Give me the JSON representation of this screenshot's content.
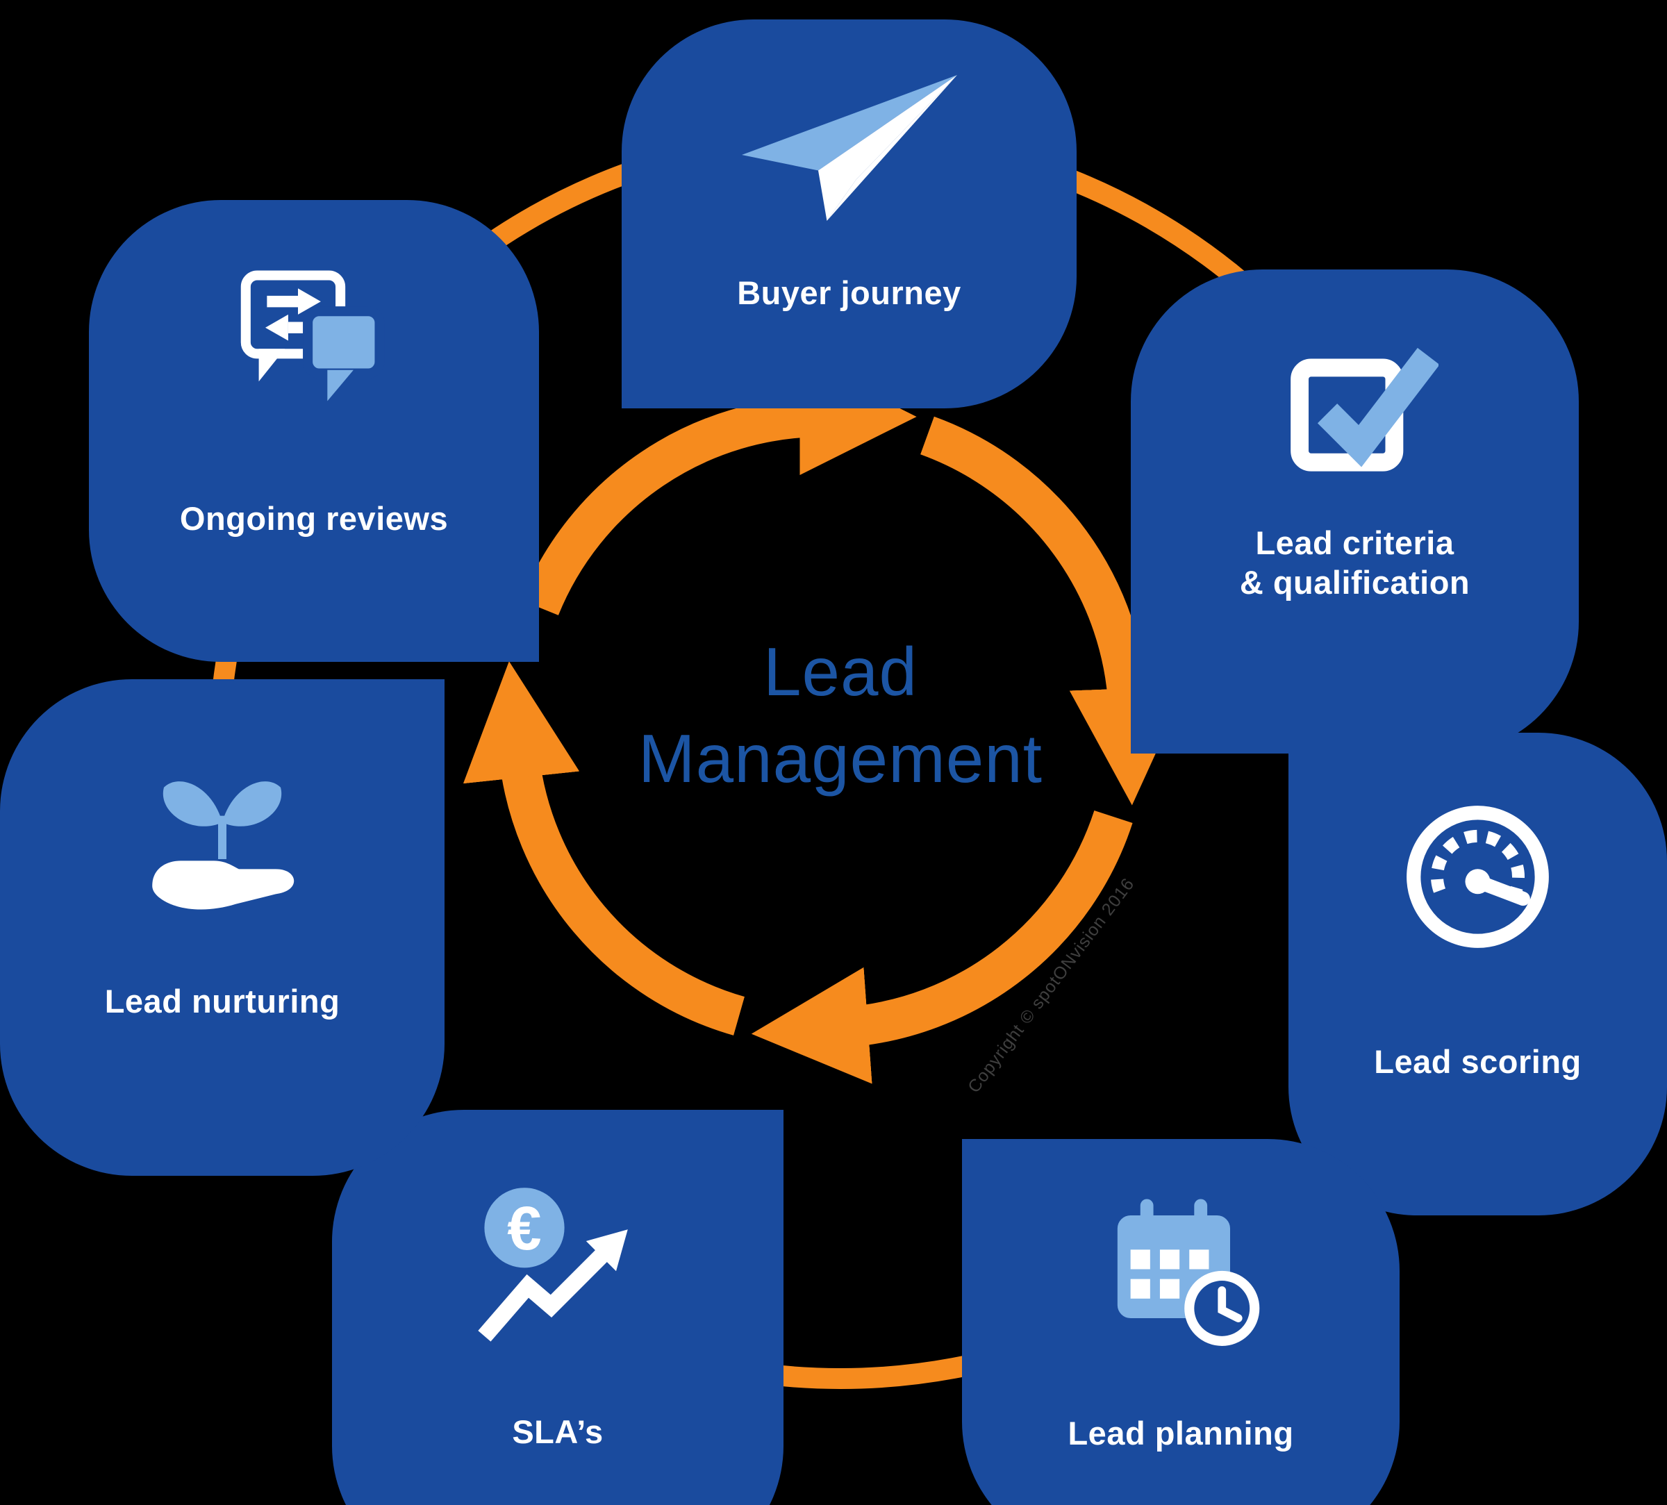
{
  "center": {
    "title_line1": "Lead",
    "title_line2": "Management"
  },
  "watermark": "Copyright © spotONvision 2016",
  "colors": {
    "node_blue": "#1A4B9E",
    "accent_light_blue": "#7FB2E5",
    "orange": "#F68B1E",
    "white": "#FFFFFF",
    "center_text_blue": "#1C55A4",
    "background": "#000000"
  },
  "nodes": [
    {
      "id": "buyer-journey",
      "label_lines": [
        "Buyer journey"
      ],
      "icon": "paper-plane-icon"
    },
    {
      "id": "lead-criteria-qualification",
      "label_lines": [
        "Lead criteria",
        "& qualification"
      ],
      "icon": "checkbox-check-icon"
    },
    {
      "id": "lead-scoring",
      "label_lines": [
        "Lead scoring"
      ],
      "icon": "gauge-icon"
    },
    {
      "id": "lead-planning",
      "label_lines": [
        "Lead planning"
      ],
      "icon": "calendar-clock-icon"
    },
    {
      "id": "slas",
      "label_lines": [
        "SLA’s"
      ],
      "icon": "euro-trend-icon"
    },
    {
      "id": "lead-nurturing",
      "label_lines": [
        "Lead nurturing"
      ],
      "icon": "hand-sprout-icon"
    },
    {
      "id": "ongoing-reviews",
      "label_lines": [
        "Ongoing reviews"
      ],
      "icon": "chat-exchange-icon"
    }
  ]
}
